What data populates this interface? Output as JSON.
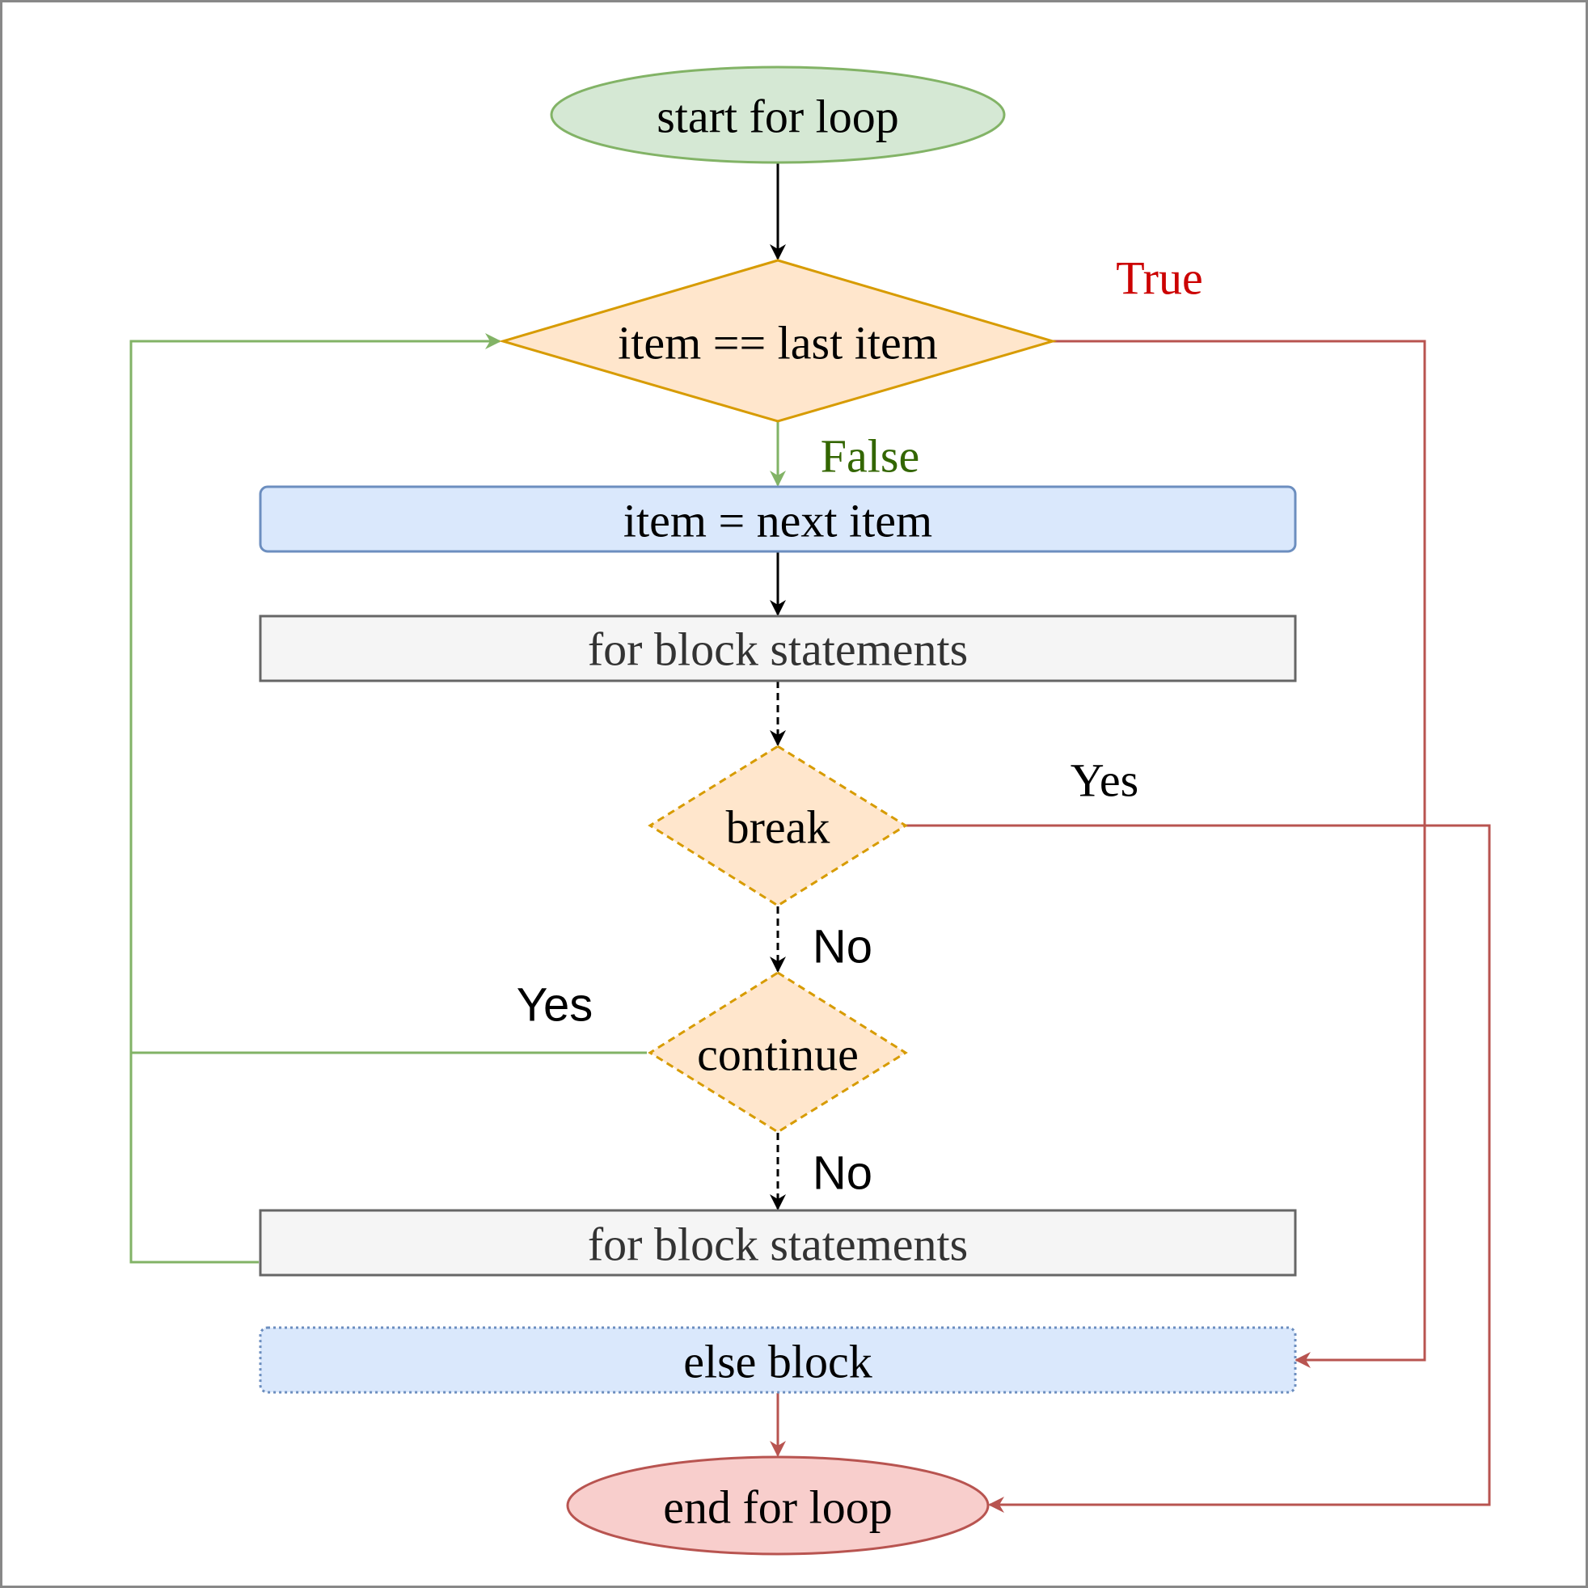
{
  "nodes": {
    "start": "start for loop",
    "condition": "item == last item",
    "next_item": "item = next item",
    "block_1": "for block statements",
    "break": "break",
    "continue": "continue",
    "block_2": "for block statements",
    "else_block": "else block",
    "end": "end for loop"
  },
  "edge_labels": {
    "true": "True",
    "false": "False",
    "break_yes": "Yes",
    "break_no": "No",
    "continue_yes": "Yes",
    "continue_no": "No"
  },
  "colors": {
    "start_fill": "#d5e8d4",
    "start_stroke": "#82b366",
    "decision_fill": "#ffe6cc",
    "decision_stroke": "#d79b00",
    "process_fill": "#dae8fc",
    "process_stroke": "#6c8ebf",
    "block_fill": "#f5f5f5",
    "block_stroke": "#666666",
    "end_fill": "#f8cecc",
    "end_stroke": "#b85450",
    "true_label": "#cc0000",
    "false_label": "#336600"
  }
}
